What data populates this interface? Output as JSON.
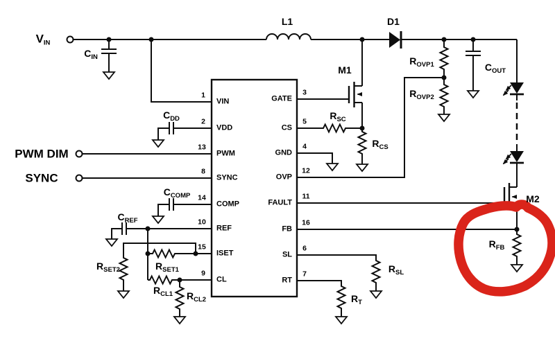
{
  "terminals": {
    "vin": {
      "main": "V",
      "sub": "IN"
    },
    "pwm_dim": {
      "main": "PWM DIM",
      "sub": ""
    },
    "sync": {
      "main": "SYNC",
      "sub": ""
    }
  },
  "components": {
    "cin": {
      "main": "C",
      "sub": "IN"
    },
    "l1": {
      "main": "L1",
      "sub": ""
    },
    "d1": {
      "main": "D1",
      "sub": ""
    },
    "m1": {
      "main": "M1",
      "sub": ""
    },
    "m2": {
      "main": "M2",
      "sub": ""
    },
    "cdd": {
      "main": "C",
      "sub": "DD"
    },
    "ccomp": {
      "main": "C",
      "sub": "COMP"
    },
    "cref": {
      "main": "C",
      "sub": "REF"
    },
    "cout": {
      "main": "C",
      "sub": "OUT"
    },
    "rsc": {
      "main": "R",
      "sub": "SC"
    },
    "rcs": {
      "main": "R",
      "sub": "CS"
    },
    "rovp1": {
      "main": "R",
      "sub": "OVP1"
    },
    "rovp2": {
      "main": "R",
      "sub": "OVP2"
    },
    "rset1": {
      "main": "R",
      "sub": "SET1"
    },
    "rset2": {
      "main": "R",
      "sub": "SET2"
    },
    "rcl1": {
      "main": "R",
      "sub": "CL1"
    },
    "rcl2": {
      "main": "R",
      "sub": "CL2"
    },
    "rsl": {
      "main": "R",
      "sub": "SL"
    },
    "rt": {
      "main": "R",
      "sub": "T"
    },
    "rfb": {
      "main": "R",
      "sub": "FB"
    }
  },
  "ic": {
    "left_pins": [
      {
        "num": "1",
        "name": "VIN"
      },
      {
        "num": "2",
        "name": "VDD"
      },
      {
        "num": "13",
        "name": "PWM"
      },
      {
        "num": "8",
        "name": "SYNC"
      },
      {
        "num": "14",
        "name": "COMP"
      },
      {
        "num": "10",
        "name": "REF"
      },
      {
        "num": "15",
        "name": "ISET"
      },
      {
        "num": "9",
        "name": "CL"
      }
    ],
    "right_pins": [
      {
        "num": "3",
        "name": "GATE"
      },
      {
        "num": "5",
        "name": "CS"
      },
      {
        "num": "4",
        "name": "GND"
      },
      {
        "num": "12",
        "name": "OVP"
      },
      {
        "num": "11",
        "name": "FAULT"
      },
      {
        "num": "16",
        "name": "FB"
      },
      {
        "num": "6",
        "name": "SL"
      },
      {
        "num": "7",
        "name": "RT"
      }
    ]
  },
  "annotation": {
    "shape": "freehand-circle",
    "color": "#da241a",
    "around": "RFB"
  }
}
